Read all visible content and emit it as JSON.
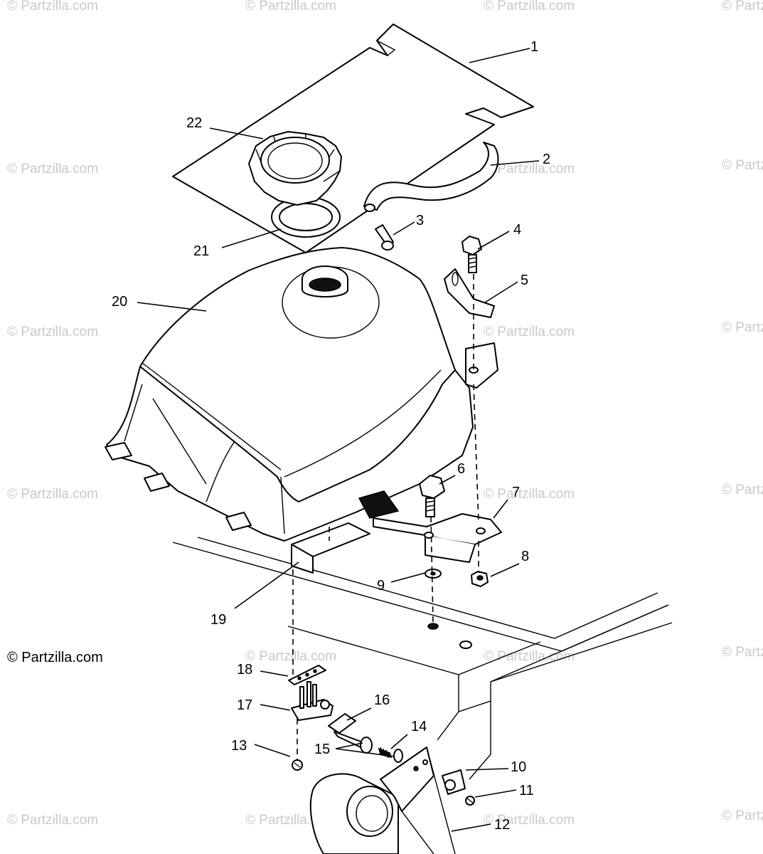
{
  "watermark": "© Partzilla.com",
  "copyright": "© Partzilla.com",
  "callouts": [
    {
      "id": "1",
      "label": "1"
    },
    {
      "id": "2",
      "label": "2"
    },
    {
      "id": "3",
      "label": "3"
    },
    {
      "id": "4",
      "label": "4"
    },
    {
      "id": "5",
      "label": "5"
    },
    {
      "id": "6",
      "label": "6"
    },
    {
      "id": "7",
      "label": "7"
    },
    {
      "id": "8",
      "label": "8"
    },
    {
      "id": "9",
      "label": "9"
    },
    {
      "id": "10",
      "label": "10"
    },
    {
      "id": "11",
      "label": "11"
    },
    {
      "id": "12",
      "label": "12"
    },
    {
      "id": "13",
      "label": "13"
    },
    {
      "id": "14",
      "label": "14"
    },
    {
      "id": "15",
      "label": "15"
    },
    {
      "id": "16",
      "label": "16"
    },
    {
      "id": "17",
      "label": "17"
    },
    {
      "id": "18",
      "label": "18"
    },
    {
      "id": "19",
      "label": "19"
    },
    {
      "id": "20",
      "label": "20"
    },
    {
      "id": "21",
      "label": "21"
    },
    {
      "id": "22",
      "label": "22"
    }
  ]
}
